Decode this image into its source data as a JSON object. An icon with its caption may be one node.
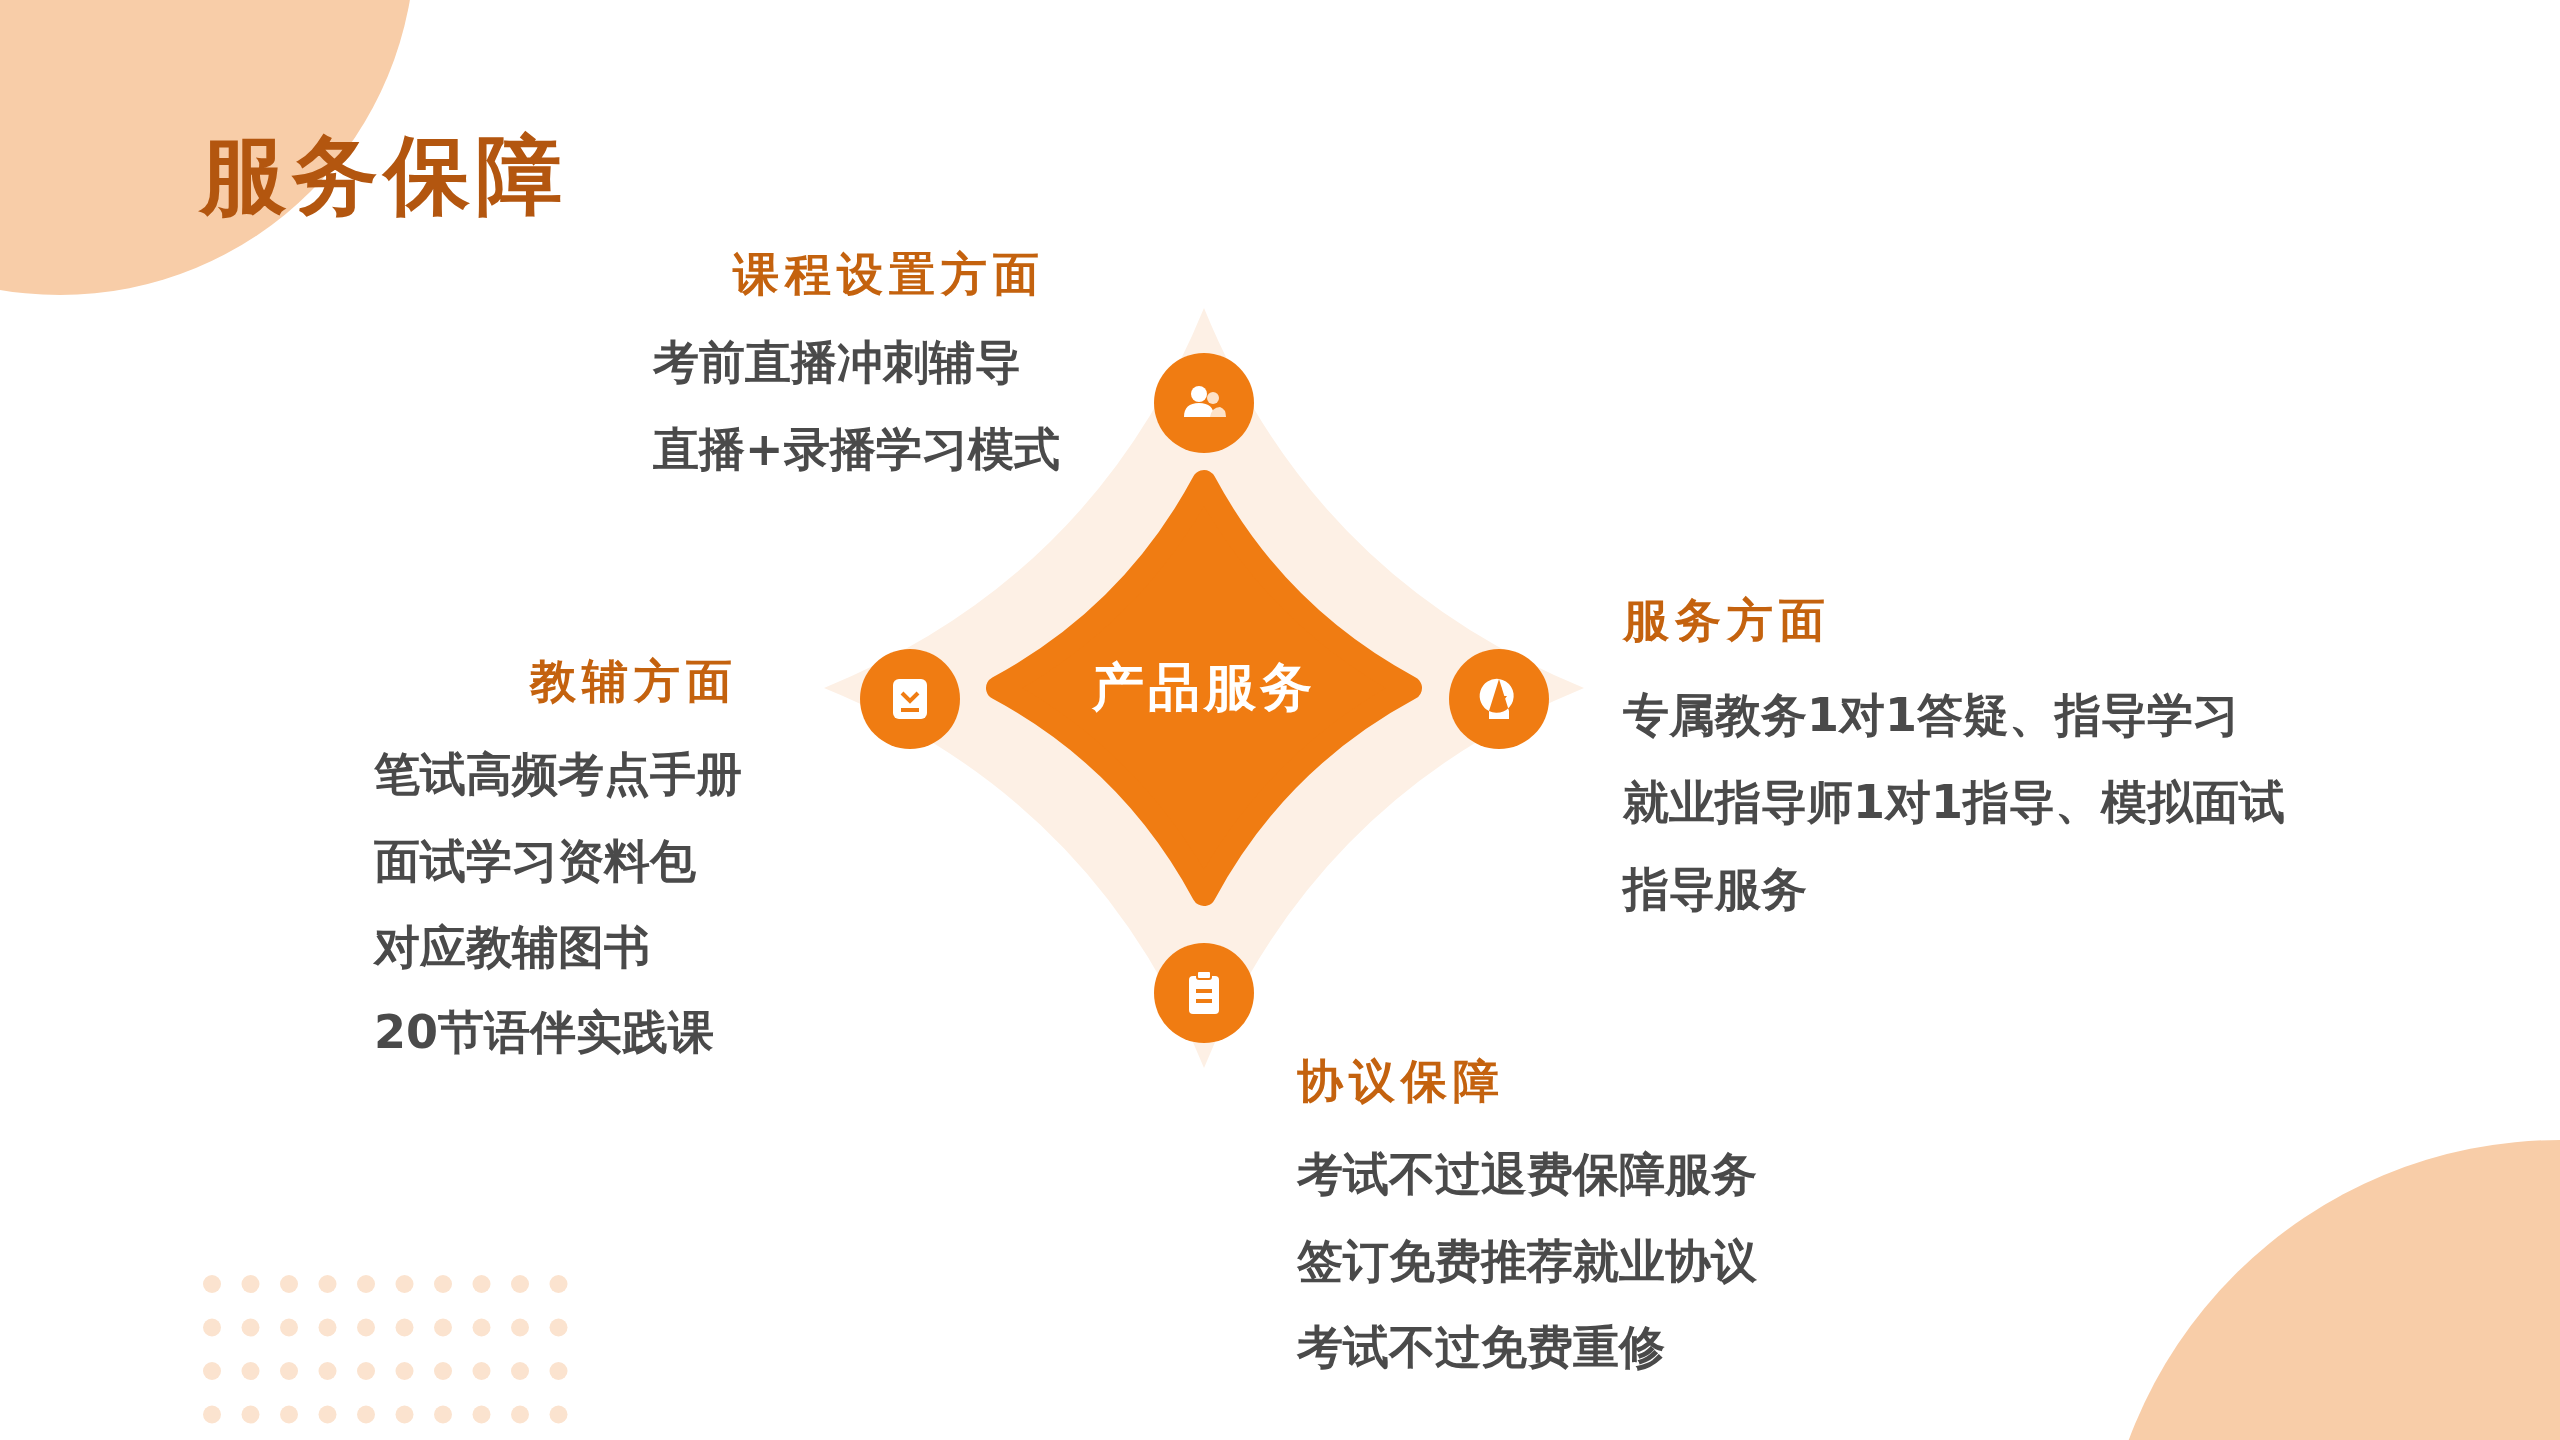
{
  "diagram": {
    "title": "服务保障",
    "nodes": [
      {
        "text": [
          "产品服务"
        ]
      }
    ],
    "labels": [
      "课程设置方面",
      "考前直播冲刺辅导",
      "直播+录播学习模式",
      "教辅方面",
      "笔试高频考点手册",
      "面试学习资料包",
      "对应教辅图书",
      "20节语伴实践课",
      "服务方面",
      "专属教务1对1答疑、指导学习",
      "就业指导师1对1指导、模拟面试指导服务",
      "协议保障",
      "考试不过退费保障服务",
      "签订免费推荐就业协议",
      "考试不过免费重修"
    ]
  }
}
